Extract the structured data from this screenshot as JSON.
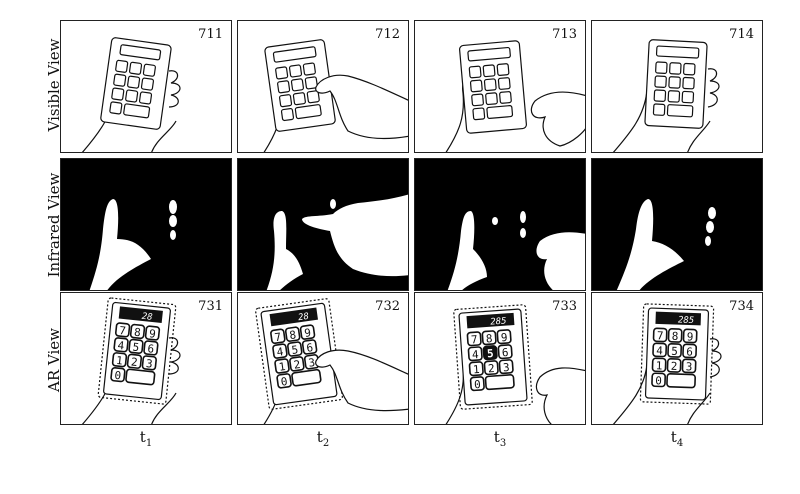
{
  "row_labels": [
    "Visible View",
    "Infrared View",
    "AR View"
  ],
  "panel_numbers": {
    "visible": [
      "711",
      "712",
      "713",
      "714"
    ],
    "ar": [
      "731",
      "732",
      "733",
      "734"
    ]
  },
  "time_labels": [
    {
      "base": "t",
      "sub": "1"
    },
    {
      "base": "t",
      "sub": "2"
    },
    {
      "base": "t",
      "sub": "3"
    },
    {
      "base": "t",
      "sub": "4"
    }
  ],
  "ar_displays": [
    "28",
    "28",
    "285",
    "285"
  ],
  "keypad": {
    "rows": [
      [
        "7",
        "8",
        "9"
      ],
      [
        "4",
        "5",
        "6"
      ],
      [
        "1",
        "2",
        "3"
      ]
    ],
    "zero": "0"
  },
  "highlighted_key": {
    "panel": 3,
    "key": "5"
  },
  "colors": {
    "ink": "#111111",
    "background": "#ffffff",
    "infrared": "#000000"
  }
}
